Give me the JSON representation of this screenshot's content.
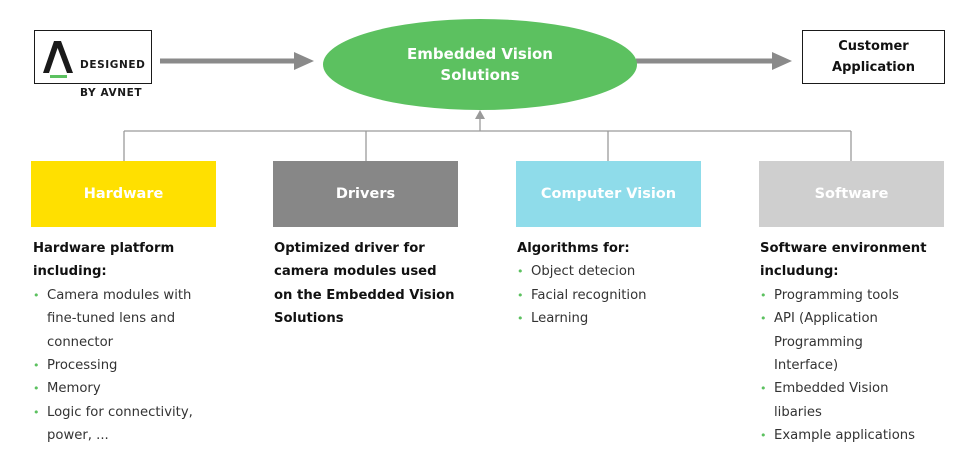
{
  "logo": {
    "line1": "DESIGNED",
    "line2": "BY AVNET"
  },
  "hub": {
    "label": "Embedded Vision Solutions"
  },
  "customer": {
    "label": "Customer Application"
  },
  "colors": {
    "hub": "#5cc160",
    "arrow": "#8a8a8a",
    "connector": "#9a9a9a",
    "hardware": "#ffe000",
    "drivers": "#878787",
    "computer_vision": "#8fdcea",
    "software": "#cfcfcf",
    "bullet": "#5cc160"
  },
  "columns": [
    {
      "label": "Hardware",
      "title": "Hardware platform\nincluding:",
      "items": [
        "Camera modules with\nfine-tuned lens and\nconnector",
        "Processing",
        "Memory",
        "Logic for connectivity,\npower, ..."
      ]
    },
    {
      "label": "Drivers",
      "title": "Optimized driver for\ncamera modules used\non the Embedded Vision\nSolutions",
      "items": []
    },
    {
      "label": "Computer Vision",
      "title": "Algorithms for:",
      "items": [
        "Object detecion",
        "Facial recognition",
        "Learning"
      ]
    },
    {
      "label": "Software",
      "title": "Software  environment\nincludung:",
      "items": [
        "Programming tools",
        "API (Application\nProgramming\nInterface)",
        "Embedded Vision\nlibaries",
        "Example applications"
      ]
    }
  ]
}
